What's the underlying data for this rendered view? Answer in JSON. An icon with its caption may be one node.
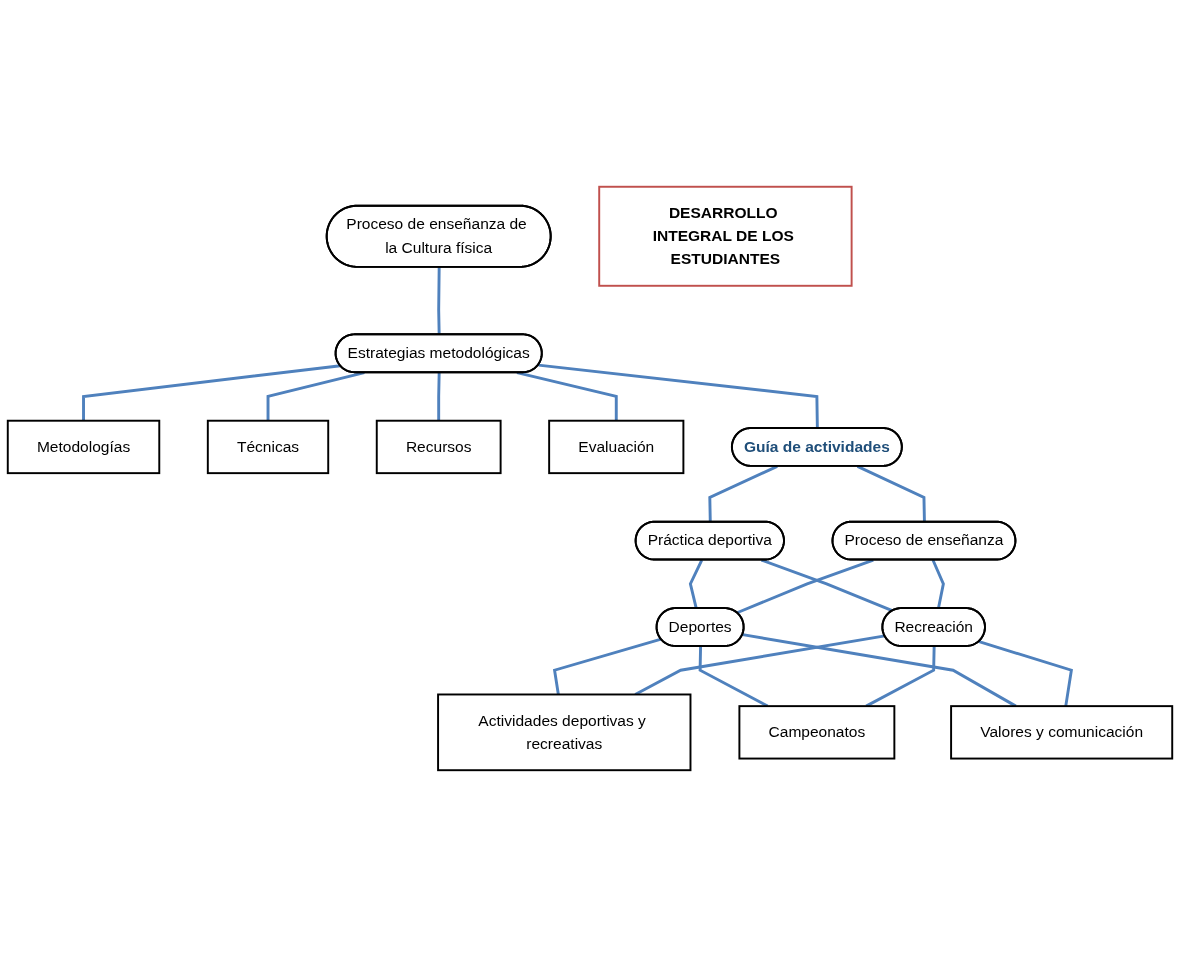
{
  "diagram": {
    "nodes": [
      {
        "text": [
          "Proceso de enseñanza de la Cultura física"
        ]
      },
      {
        "text": [
          "Metodologías"
        ]
      },
      {
        "text": [
          "Técnicas"
        ]
      },
      {
        "text": [
          "Recursos"
        ]
      },
      {
        "text": [
          "Evaluación"
        ]
      },
      {
        "text": [
          "Estrategias metodológicas"
        ]
      },
      {
        "text": [
          "Guía de actividades"
        ]
      },
      {
        "text": [
          "Práctica deportiva"
        ]
      },
      {
        "text": [
          "Proceso de enseñanza"
        ]
      },
      {
        "text": [
          "Deportes"
        ]
      },
      {
        "text": [
          "Recreación"
        ]
      },
      {
        "text": [
          "Actividades deportivas y recreativas"
        ]
      },
      {
        "text": [
          "Campeonatos"
        ]
      },
      {
        "text": [
          "Valores y comunicación"
        ]
      },
      {
        "text": [
          "DESARROLLO INTEGRAL DE LOS ESTUDIANTES"
        ]
      }
    ],
    "edges": [
      {
        "from": 0,
        "to": 5,
        "arrow": "none"
      },
      {
        "from": 5,
        "to": 1,
        "arrow": "none"
      },
      {
        "from": 5,
        "to": 2,
        "arrow": "none"
      },
      {
        "from": 5,
        "to": 3,
        "arrow": "none"
      },
      {
        "from": 5,
        "to": 4,
        "arrow": "none"
      },
      {
        "from": 5,
        "to": 6,
        "arrow": "none"
      },
      {
        "from": 6,
        "to": 7,
        "arrow": "none"
      },
      {
        "from": 6,
        "to": 8,
        "arrow": "none"
      },
      {
        "from": 7,
        "to": 9,
        "arrow": "none"
      },
      {
        "from": 7,
        "to": 10,
        "arrow": "none"
      },
      {
        "from": 8,
        "to": 9,
        "arrow": "none"
      },
      {
        "from": 8,
        "to": 10,
        "arrow": "none"
      },
      {
        "from": 9,
        "to": 11,
        "arrow": "none"
      },
      {
        "from": 9,
        "to": 12,
        "arrow": "none"
      },
      {
        "from": 9,
        "to": 13,
        "arrow": "none"
      },
      {
        "from": 10,
        "to": 11,
        "arrow": "none"
      },
      {
        "from": 10,
        "to": 12,
        "arrow": "none"
      },
      {
        "from": 10,
        "to": 13,
        "arrow": "none"
      }
    ]
  }
}
